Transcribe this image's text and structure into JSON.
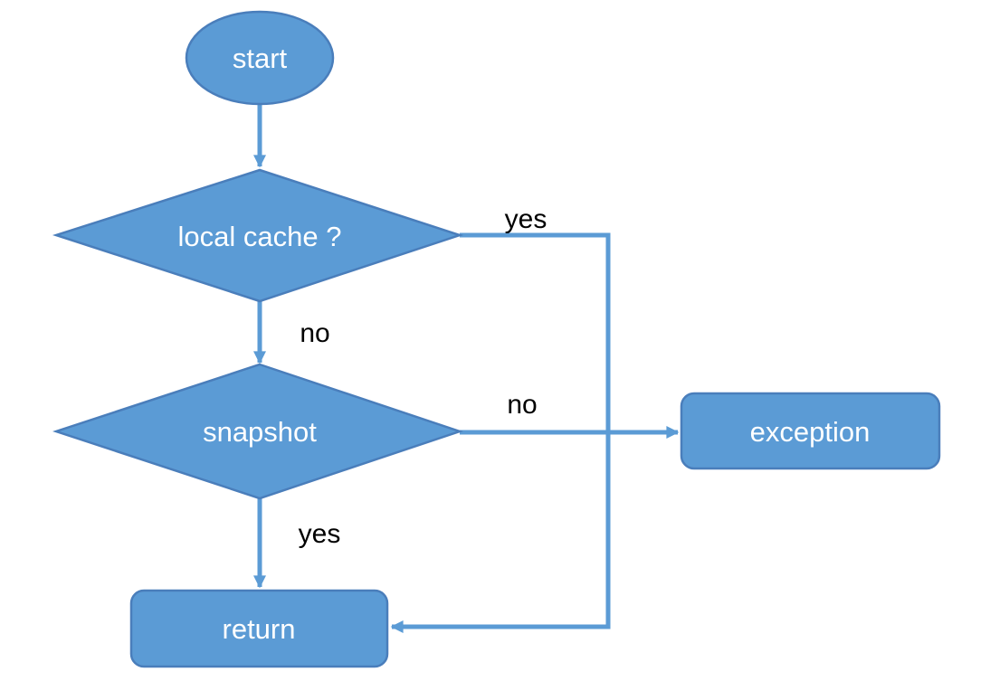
{
  "diagram": {
    "type": "flowchart",
    "nodes": [
      {
        "id": "start",
        "shape": "ellipse",
        "label": "start"
      },
      {
        "id": "local-cache",
        "shape": "diamond",
        "label": "local cache ?"
      },
      {
        "id": "snapshot",
        "shape": "diamond",
        "label": "snapshot"
      },
      {
        "id": "exception",
        "shape": "rounded-rect",
        "label": "exception"
      },
      {
        "id": "return",
        "shape": "rounded-rect",
        "label": "return"
      }
    ],
    "edges": [
      {
        "from": "start",
        "to": "local-cache",
        "label": ""
      },
      {
        "from": "local-cache",
        "to": "return",
        "label": "yes"
      },
      {
        "from": "local-cache",
        "to": "snapshot",
        "label": "no"
      },
      {
        "from": "snapshot",
        "to": "exception",
        "label": "no"
      },
      {
        "from": "snapshot",
        "to": "return",
        "label": "yes"
      }
    ]
  },
  "colors": {
    "node_fill": "#5B9BD5",
    "node_stroke": "#4A7EBB",
    "connector_color": "#5B9BD5",
    "node_text_color": "#FFFFFF",
    "edge_label_color": "#000000",
    "canvas_bg": "#FFFFFF"
  }
}
